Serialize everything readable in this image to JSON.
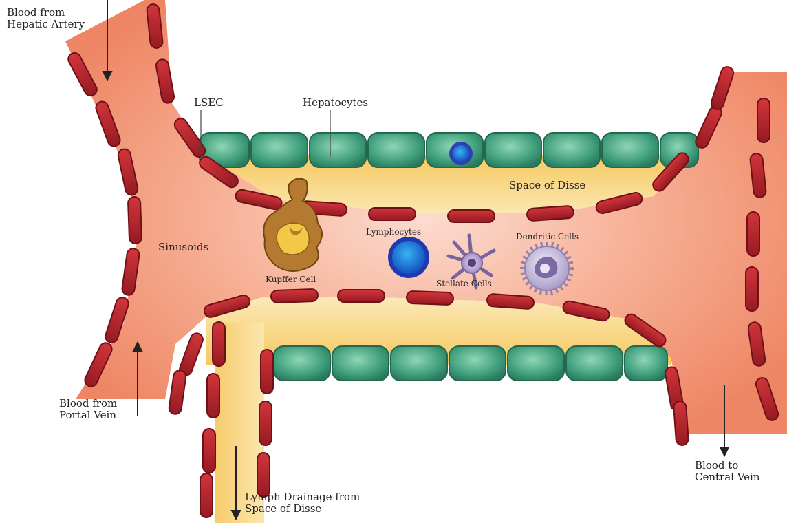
{
  "labels": {
    "hepatic_artery": "Blood from Hepatic Artery",
    "lsec": "LSEC",
    "hepatocytes": "Hepatocytes",
    "space_of_disse": "Space of Disse",
    "sinusoids": "Sinusoids",
    "kupffer": "Kupffer Cell",
    "lymphocytes": "Lymphocytes",
    "stellate": "Stellate Cells",
    "dendritic": "Dendritic Cells",
    "portal_vein": "Blood from Portal Vein",
    "central_vein": "Blood to Central Vein",
    "lymph_drainage": "Lymph Drainage from Space of Disse"
  },
  "colors": {
    "vessel": "#f08e6e",
    "endothelial_cell": "#b8202a",
    "hepatocyte": "#2f8f6f",
    "space_of_disse": "#f7d27a",
    "kupffer": "#b87d2e",
    "lymphocyte": "#1e7fdc",
    "stellate": "#9b86b8",
    "dendritic": "#b8aed0"
  }
}
